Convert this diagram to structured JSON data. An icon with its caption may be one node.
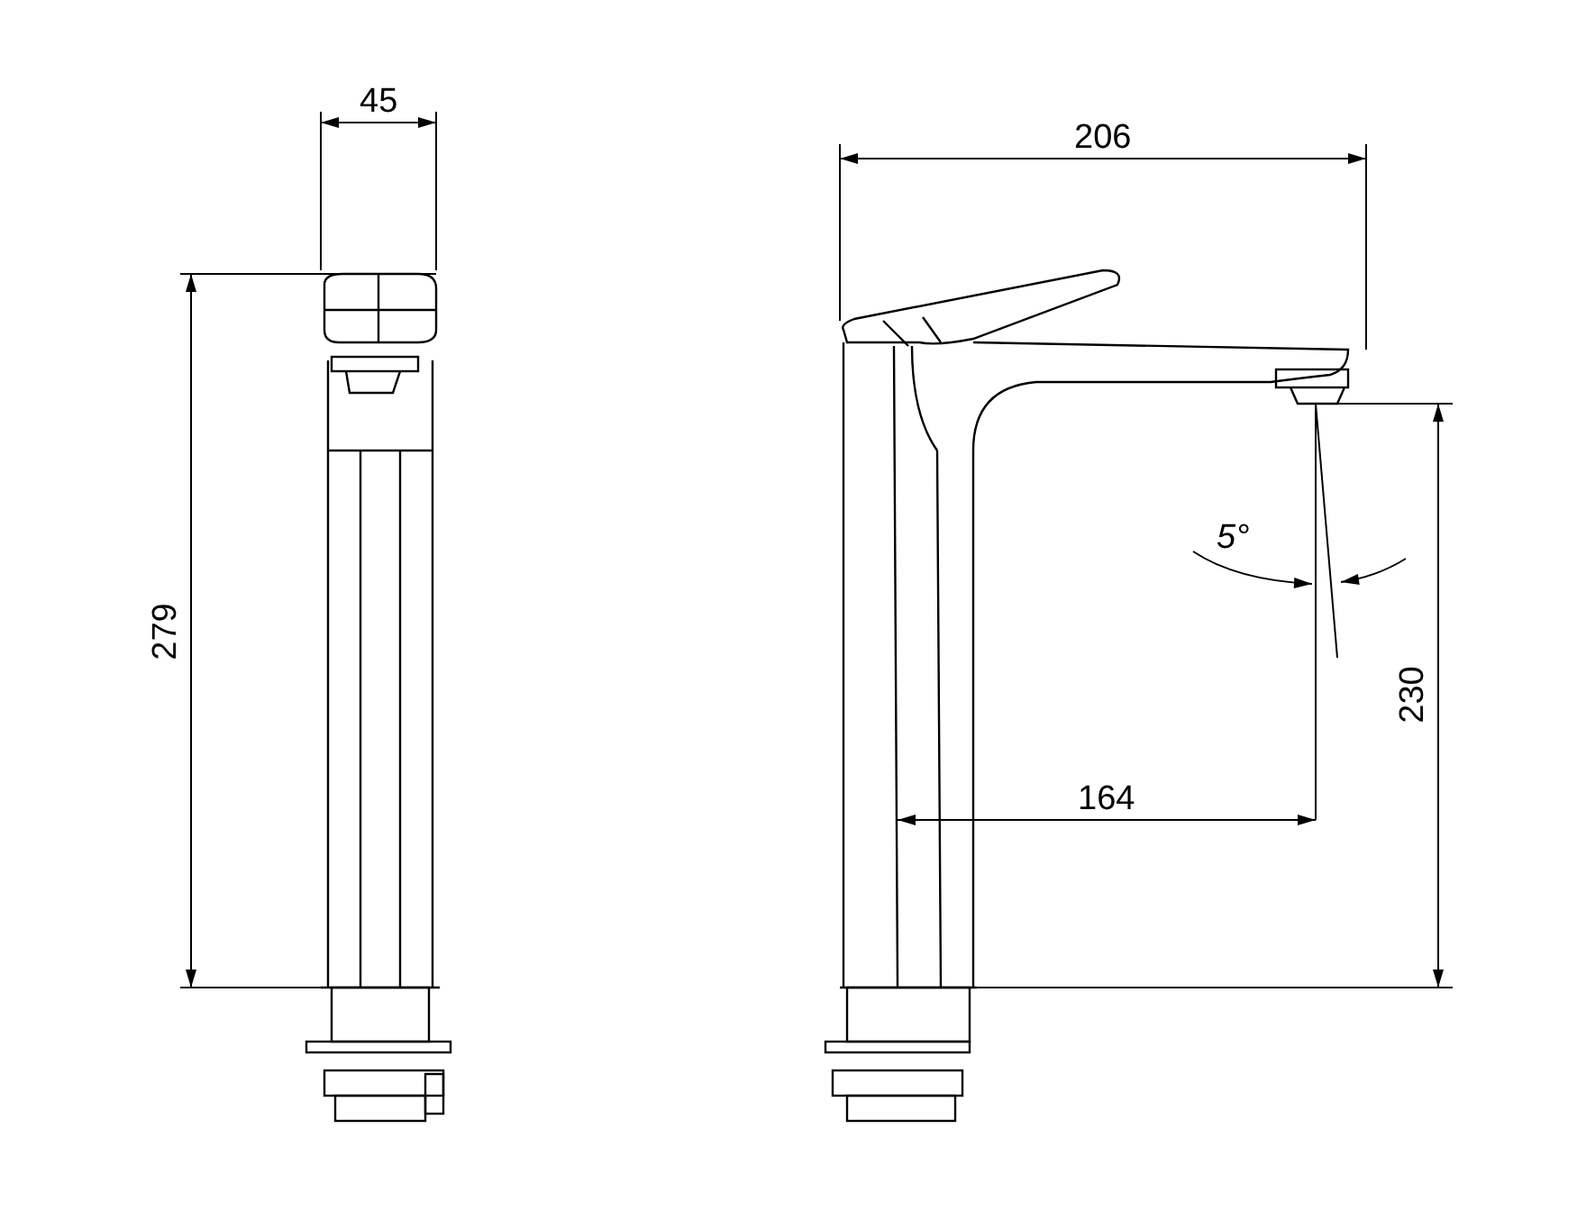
{
  "diagram": {
    "labels": [
      "45",
      "206",
      "5°",
      "279",
      "230",
      "164"
    ]
  }
}
